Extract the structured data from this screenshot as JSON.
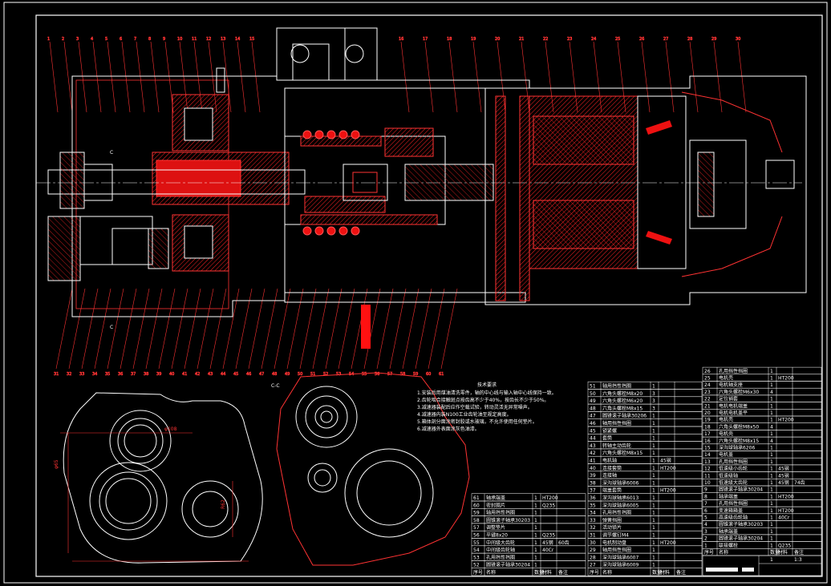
{
  "drawing": {
    "section_label": "C-C",
    "view_marker": "C",
    "notes_title": "技术要求",
    "notes": [
      "1.安装后用煤油清洗零件，轴的中心线与输入轴中心线保持一致。",
      "2.齿轮啮合接触斑点按齿高不少于40%，按齿长不少于50%。",
      "3.减速器装配后应作空载试验，转动灵活无异常噪声。",
      "4.减速器内装N100工业齿轮油至规定高度。",
      "5.箱体剖分面涂密封胶或水玻璃，不允许使用任何垫片。",
      "6.减速器外表面涂灰色油漆。"
    ],
    "dimensions": [
      "φ108",
      "φ65",
      "R62"
    ],
    "part_numbers": [
      "1",
      "2",
      "3",
      "4",
      "5",
      "6",
      "7",
      "8",
      "9",
      "10",
      "11",
      "12",
      "13",
      "14",
      "15",
      "16",
      "17",
      "18",
      "19",
      "20",
      "21",
      "22",
      "23",
      "24",
      "25",
      "26",
      "27",
      "28",
      "29",
      "30",
      "31",
      "32",
      "33",
      "34",
      "35",
      "36",
      "37",
      "38",
      "39",
      "40",
      "41",
      "42",
      "43",
      "44",
      "45",
      "46",
      "47",
      "48",
      "49",
      "50",
      "51",
      "52",
      "53",
      "54",
      "55",
      "56",
      "57",
      "58",
      "59",
      "60",
      "61"
    ]
  },
  "bom": {
    "header": [
      "序号",
      "名称",
      "数量",
      "材料",
      "备注"
    ],
    "right": [
      [
        "26",
        "孔用挡性挡圈",
        "1",
        "",
        ""
      ],
      [
        "25",
        "电机壳",
        "1",
        "HT200",
        ""
      ],
      [
        "24",
        "电机轴支座",
        "1",
        "",
        ""
      ],
      [
        "23",
        "六角头螺栓M6x30",
        "4",
        "",
        ""
      ],
      [
        "22",
        "定位销套",
        "1",
        "",
        ""
      ],
      [
        "21",
        "电机电机端盖",
        "1",
        "",
        ""
      ],
      [
        "20",
        "电机电机盖平",
        "1",
        "",
        ""
      ],
      [
        "19",
        "电机壳",
        "1",
        "HT200",
        ""
      ],
      [
        "18",
        "六角头螺栓M8x50",
        "4",
        "",
        ""
      ],
      [
        "17",
        "电机壳",
        "1",
        "",
        ""
      ],
      [
        "16",
        "六角头螺栓M8x15",
        "4",
        "",
        ""
      ],
      [
        "15",
        "深沟球轴承6206",
        "1",
        "",
        ""
      ],
      [
        "14",
        "电机盖",
        "1",
        "",
        ""
      ],
      [
        "13",
        "孔用挡性挡圈",
        "1",
        "",
        ""
      ],
      [
        "12",
        "低速级小齿轮",
        "1",
        "45钢",
        ""
      ],
      [
        "11",
        "低速级轴",
        "1",
        "45钢",
        ""
      ],
      [
        "10",
        "低速级大齿轮",
        "1",
        "45钢",
        "74齿"
      ],
      [
        "9",
        "圆锥滚子轴承30204",
        "1",
        "",
        ""
      ],
      [
        "8",
        "轴承端盖",
        "1",
        "HT200",
        ""
      ],
      [
        "7",
        "孔用挡性挡圈",
        "1",
        "",
        ""
      ],
      [
        "6",
        "变速箱箱盖",
        "1",
        "HT200",
        ""
      ],
      [
        "5",
        "高速级齿轮轴",
        "1",
        "40Cr",
        ""
      ],
      [
        "4",
        "圆锥滚子轴承30203",
        "1",
        "",
        ""
      ],
      [
        "3",
        "轴承端盖",
        "1",
        "",
        ""
      ],
      [
        "2",
        "圆锥滚子轴承30204",
        "1",
        "",
        ""
      ],
      [
        "1",
        "联接螺栓",
        "1",
        "Q235",
        ""
      ]
    ],
    "middle": [
      [
        "51",
        "轴用挡性挡圈",
        "1",
        "",
        ""
      ],
      [
        "50",
        "六角头螺栓M8x20",
        "3",
        "",
        ""
      ],
      [
        "49",
        "六角头螺栓M6x20",
        "3",
        "",
        ""
      ],
      [
        "48",
        "六角头螺栓M8x15",
        "3",
        "",
        ""
      ],
      [
        "47",
        "圆锥滚子轴承30206",
        "1",
        "",
        ""
      ],
      [
        "46",
        "轴用挡性挡圈",
        "1",
        "",
        ""
      ],
      [
        "45",
        "锁紧螺",
        "1",
        "",
        ""
      ],
      [
        "44",
        "套筒",
        "1",
        "",
        ""
      ],
      [
        "43",
        "转轴主动齿轮",
        "1",
        "",
        ""
      ],
      [
        "42",
        "六角头螺栓M8x15",
        "1",
        "",
        ""
      ],
      [
        "41",
        "电机轴",
        "1",
        "45钢",
        ""
      ],
      [
        "40",
        "连接套筒",
        "1",
        "HT200",
        ""
      ],
      [
        "39",
        "连接轴",
        "1",
        "",
        ""
      ],
      [
        "38",
        "深沟球轴承6006",
        "1",
        "",
        ""
      ],
      [
        "37",
        "端盖套筒",
        "1",
        "HT200",
        ""
      ],
      [
        "36",
        "深沟球轴承6013",
        "1",
        "",
        ""
      ],
      [
        "35",
        "深沟球轴承6005",
        "1",
        "",
        ""
      ],
      [
        "34",
        "孔用挡性挡圈",
        "1",
        "",
        ""
      ],
      [
        "33",
        "弹簧挡圈",
        "1",
        "",
        ""
      ],
      [
        "32",
        "活动锁片",
        "1",
        "",
        ""
      ],
      [
        "31",
        "调节螺钉M4",
        "1",
        "",
        ""
      ],
      [
        "30",
        "电机制动盘",
        "1",
        "HT200",
        ""
      ],
      [
        "29",
        "轴用挡性挡圈",
        "1",
        "",
        ""
      ],
      [
        "28",
        "深沟球轴承6007",
        "1",
        "",
        ""
      ],
      [
        "27",
        "深沟球轴承6009",
        "1",
        "",
        ""
      ]
    ],
    "left": [
      [
        "61",
        "轴承端盖",
        "1",
        "HT200",
        ""
      ],
      [
        "60",
        "密封圈片",
        "1",
        "Q235",
        ""
      ],
      [
        "59",
        "轴用挡性挡圈",
        "1",
        "",
        ""
      ],
      [
        "58",
        "圆锥滚子轴承30203",
        "1",
        "",
        ""
      ],
      [
        "57",
        "调整垫片",
        "1",
        "",
        ""
      ],
      [
        "56",
        "平键8x20",
        "1",
        "Q235",
        ""
      ],
      [
        "55",
        "中间级大齿轮",
        "1",
        "45钢",
        "60齿"
      ],
      [
        "54",
        "中间级齿轮轴",
        "1",
        "40Cr",
        ""
      ],
      [
        "53",
        "孔用挡性挡圈",
        "1",
        "",
        ""
      ],
      [
        "52",
        "圆锥滚子轴承30204",
        "1",
        "",
        ""
      ]
    ],
    "title_block": {
      "scale": "1:3",
      "sheet": "1"
    }
  }
}
